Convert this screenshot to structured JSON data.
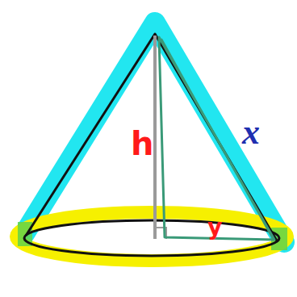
{
  "diagram": {
    "labels": [
      "h",
      "x",
      "y"
    ]
  }
}
